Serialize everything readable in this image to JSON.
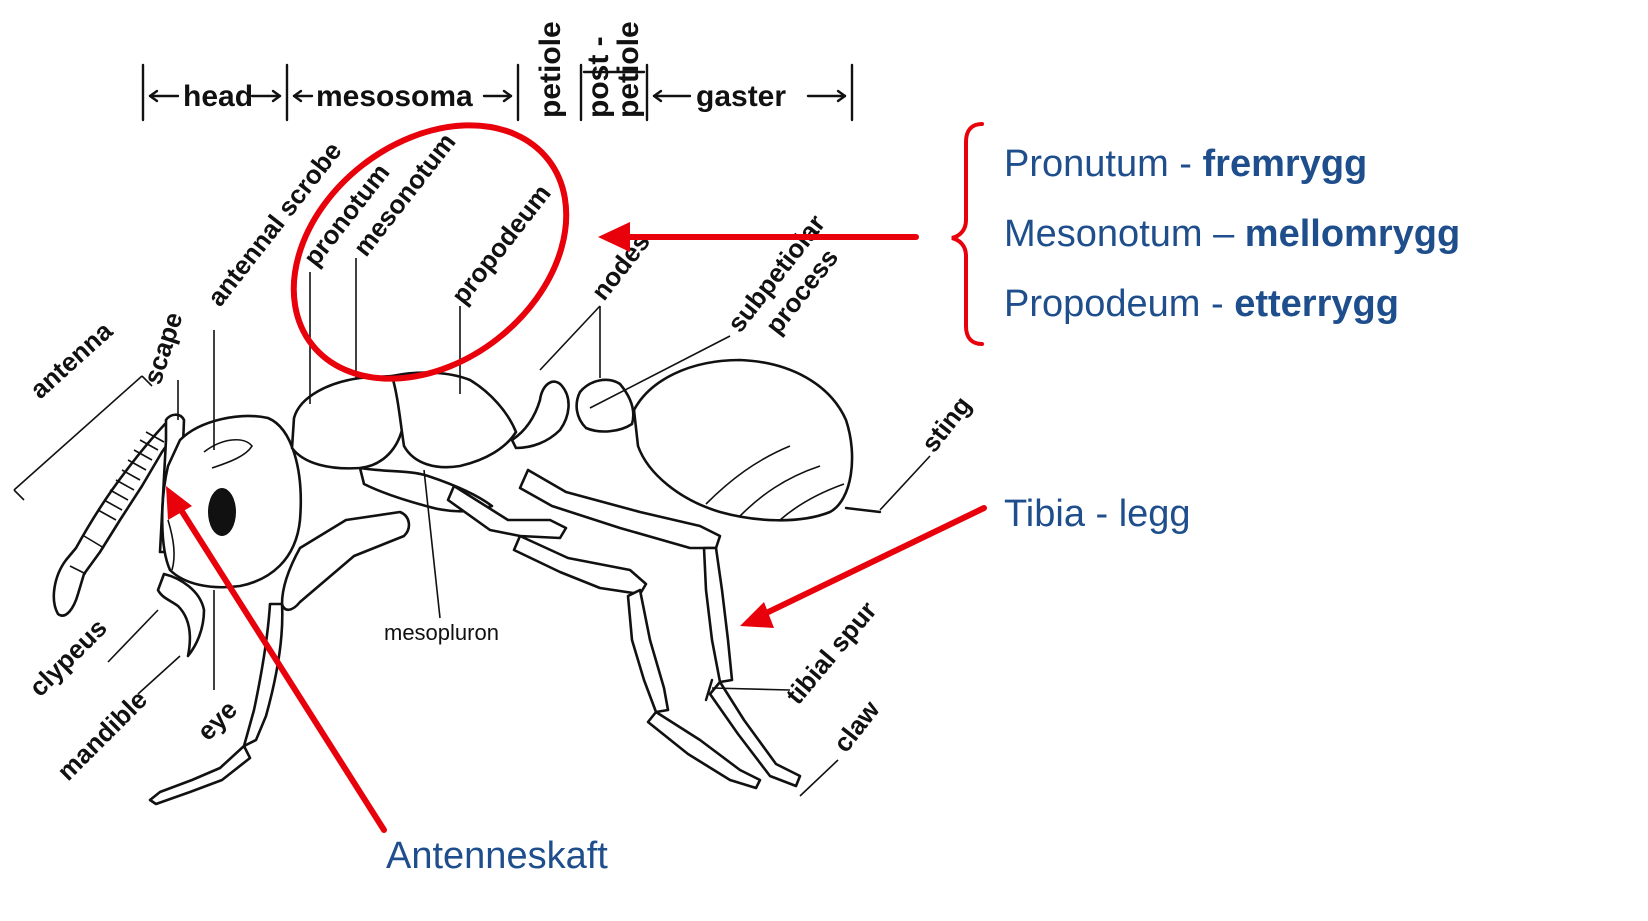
{
  "segments": {
    "head": "head",
    "mesosoma": "mesosoma",
    "petiole": "petiole",
    "post": "post -",
    "postpetiole": "petiole",
    "gaster": "gaster"
  },
  "labels": {
    "antenna": "antenna",
    "scape": "scape",
    "antennal_scrobe": "antennal scrobe",
    "pronotum": "pronotum",
    "mesonotum": "mesonotum",
    "propodeum": "propodeum",
    "nodes": "nodes",
    "subpetiolar_1": "subpetiolar",
    "subpetiolar_2": "process",
    "sting": "sting",
    "clypeus": "clypeus",
    "mandible": "mandible",
    "eye": "eye",
    "mesopluron": "mesopluron",
    "tibial_spur": "tibial spur",
    "claw": "claw"
  },
  "notes": {
    "pronotum_plain": "Pronutum - ",
    "pronotum_bold": "fremrygg",
    "mesonotum_plain": "Mesonotum – ",
    "mesonotum_bold": "mellomrygg",
    "propodeum_plain": "Propodeum - ",
    "propodeum_bold": "etterrygg",
    "tibia": "Tibia - legg",
    "antenneskaft": "Antenneskaft"
  },
  "colors": {
    "annotation_red": "#e8000b",
    "note_blue": "#1f4e8c"
  }
}
